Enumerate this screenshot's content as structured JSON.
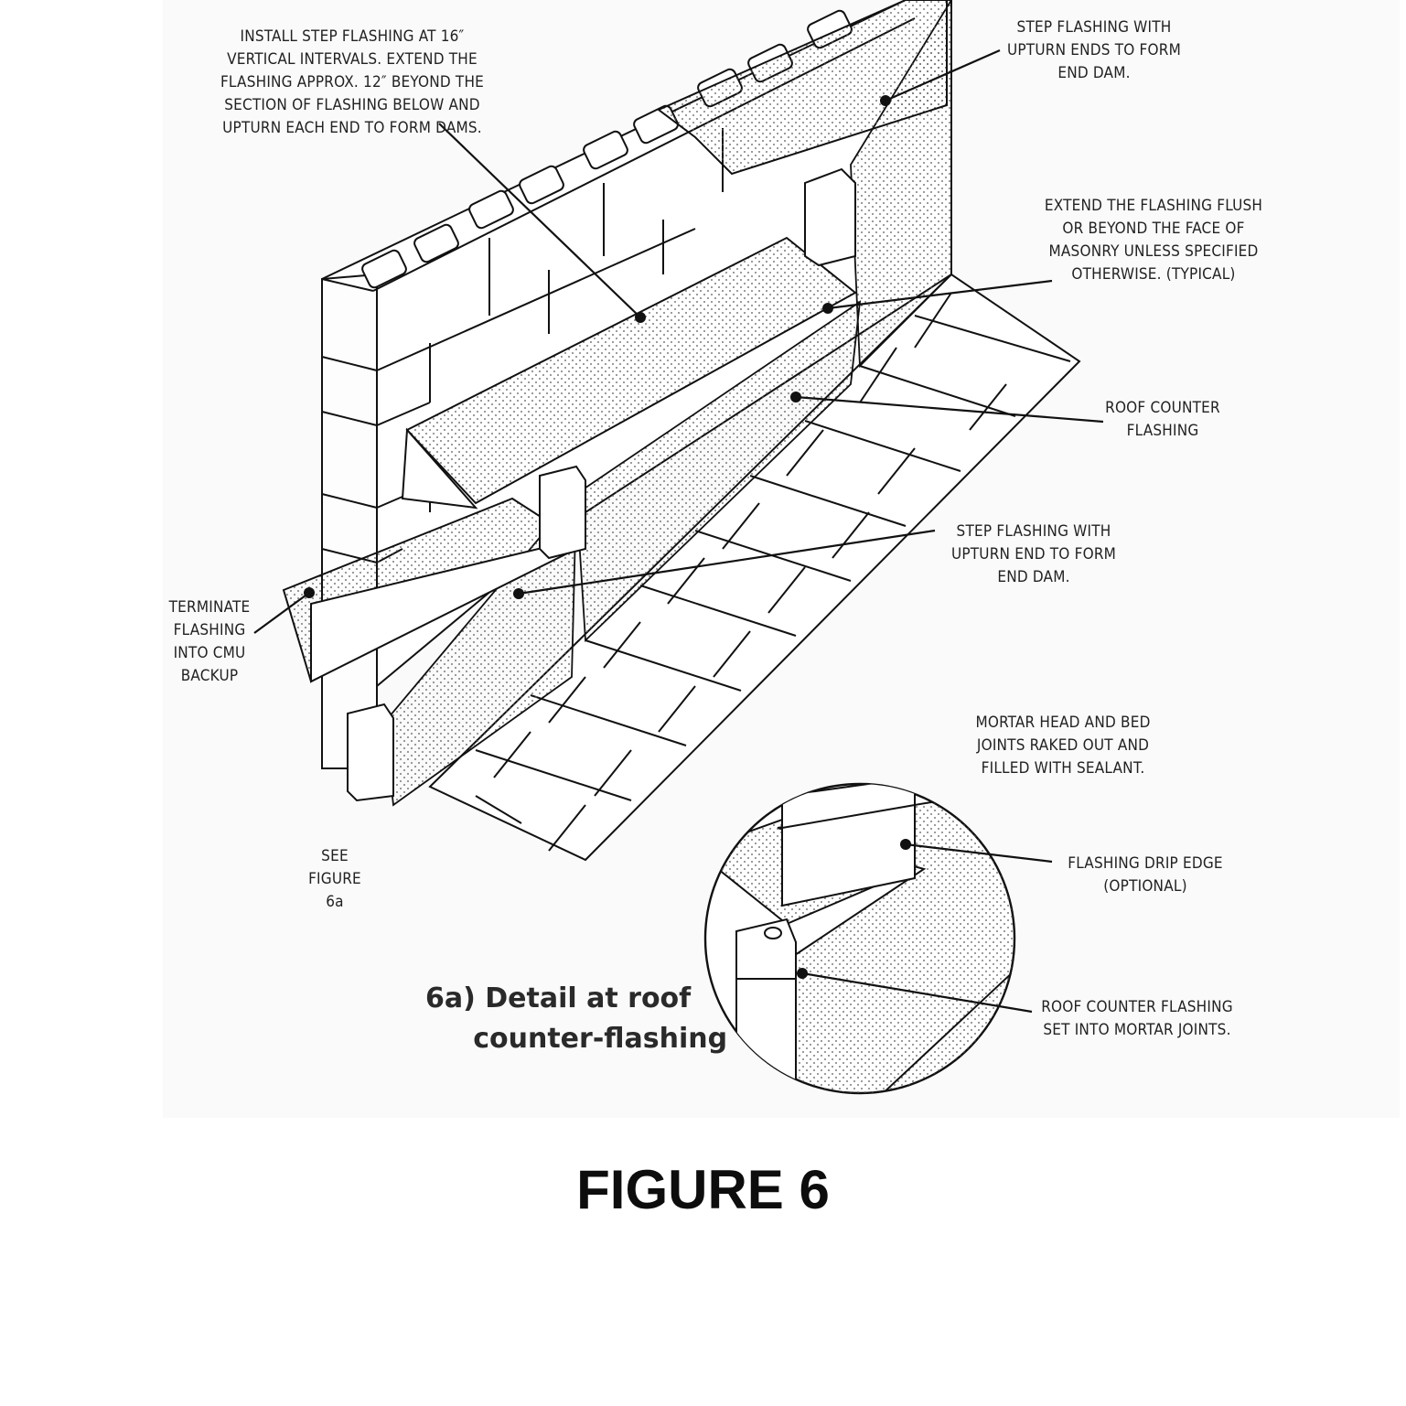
{
  "labels": {
    "install_step_flashing": "INSTALL STEP FLASHING AT 16″\nVERTICAL INTERVALS. EXTEND THE\nFLASHING APPROX. 12″ BEYOND THE\nSECTION OF FLASHING BELOW AND\nUPTURN EACH END TO FORM DAMS.",
    "step_flashing_upturn_ends": "STEP FLASHING WITH\nUPTURN ENDS TO FORM\nEND DAM.",
    "extend_flashing_flush": "EXTEND THE FLASHING FLUSH\nOR BEYOND THE FACE OF\nMASONRY UNLESS SPECIFIED\nOTHERWISE. (TYPICAL)",
    "roof_counter_flashing": "ROOF COUNTER\nFLASHING",
    "step_flashing_upturn_end": "STEP FLASHING WITH\nUPTURN END TO FORM\nEND DAM.",
    "terminate_flashing": "TERMINATE\nFLASHING\nINTO CMU\nBACKUP",
    "mortar_joints": "MORTAR HEAD AND BED\nJOINTS RAKED OUT AND\nFILLED WITH SEALANT.",
    "see_figure": "SEE\nFIGURE\n6a",
    "flashing_drip_edge": "FLASHING DRIP EDGE\n(OPTIONAL)",
    "roof_counter_flashing_set": "ROOF COUNTER FLASHING\nSET INTO MORTAR JOINTS."
  },
  "detail_caption": "6a) Detail at roof\n     counter-flashing",
  "figure_title": "FIGURE 6",
  "colors": {
    "ink": "#111111",
    "paper": "#fafafa",
    "stipple": "#555555"
  }
}
